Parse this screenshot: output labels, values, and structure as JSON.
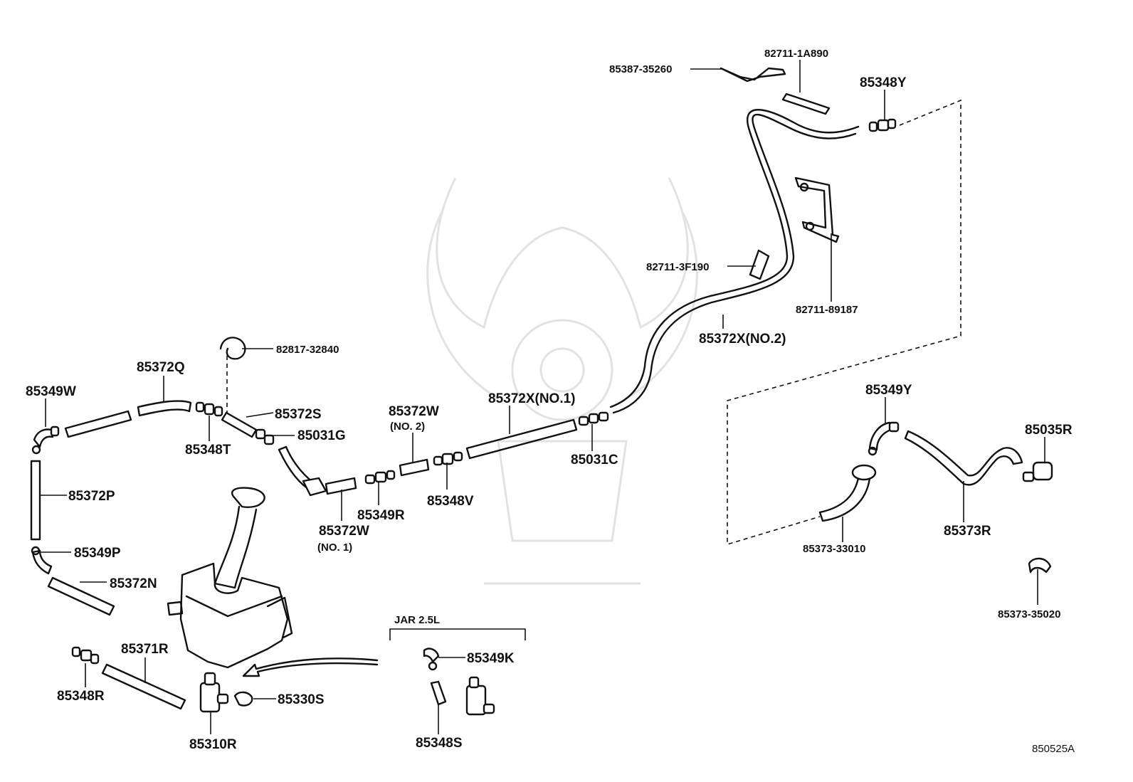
{
  "diagram": {
    "code": "850525A",
    "group_label": "JAR 2.5L",
    "parts": {
      "p85387_35260": "85387-35260",
      "p82711_1A890": "82711-1A890",
      "p85348Y": "85348Y",
      "p82711_3F190": "82711-3F190",
      "p82711_89187": "82711-89187",
      "p85372X_no2": "85372X(NO.2)",
      "p82817_32840": "82817-32840",
      "p85372Q": "85372Q",
      "p85349W": "85349W",
      "p85372S": "85372S",
      "p85031G": "85031G",
      "p85348T": "85348T",
      "p85372W_no2": "85372W",
      "p85372W_no2_sub": "(NO. 2)",
      "p85372X_no1": "85372X(NO.1)",
      "p85031C": "85031C",
      "p85349Y": "85349Y",
      "p85035R": "85035R",
      "p85372P": "85372P",
      "p85349R": "85349R",
      "p85348V": "85348V",
      "p85372W_no1": "85372W",
      "p85372W_no1_sub": "(NO. 1)",
      "p85373_33010": "85373-33010",
      "p85373R": "85373R",
      "p85349P": "85349P",
      "p85372N": "85372N",
      "p85373_35020": "85373-35020",
      "p85371R": "85371R",
      "p85349K": "85349K",
      "p85348R": "85348R",
      "p85330S": "85330S",
      "p85310R": "85310R",
      "p85348S": "85348S"
    }
  }
}
